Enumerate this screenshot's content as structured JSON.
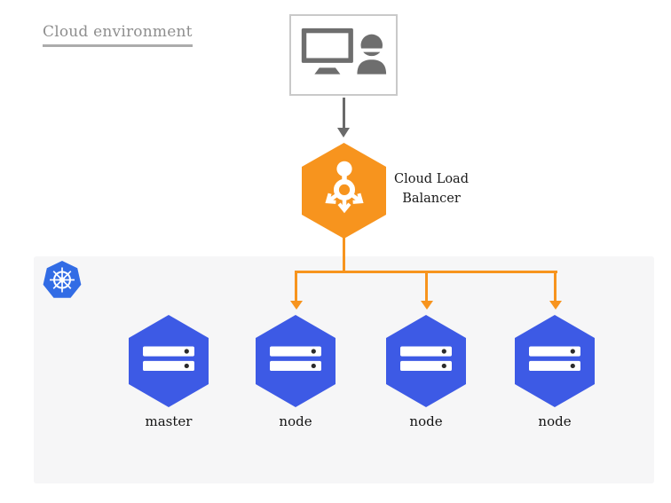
{
  "title": "Cloud environment",
  "client": {
    "icons": [
      "monitor-icon",
      "user-icon"
    ]
  },
  "load_balancer": {
    "label": "Cloud Load Balancer",
    "icon": "load-balancer-icon"
  },
  "cluster": {
    "logo_icon": "kubernetes-logo",
    "nodes": [
      {
        "label": "master",
        "icon": "server-icon"
      },
      {
        "label": "node",
        "icon": "server-icon"
      },
      {
        "label": "node",
        "icon": "server-icon"
      },
      {
        "label": "node",
        "icon": "server-icon"
      }
    ]
  },
  "colors": {
    "orange": "#F7941E",
    "node_blue": "#3D5AE5",
    "kubernetes_blue": "#326CE5",
    "panel_background": "#F6F6F7",
    "title_gray": "#8E8E8E",
    "icon_gray": "#6E6E6E",
    "arrow_gray": "#6A6A6A",
    "label_black": "#1A1A1A"
  }
}
